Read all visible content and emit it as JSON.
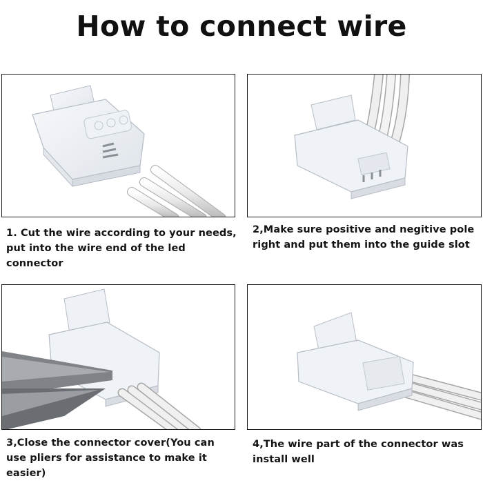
{
  "title": "How to connect wire",
  "steps": [
    {
      "caption": "1. Cut the wire according to your needs, put into the wire end of the led connector"
    },
    {
      "caption": "2,Make sure positive and negitive pole right and put them into the guide slot"
    },
    {
      "caption": "3,Close the connector cover(You can use pliers for assistance to make it easier)"
    },
    {
      "caption": "4,The wire part of the connector was install well"
    }
  ]
}
